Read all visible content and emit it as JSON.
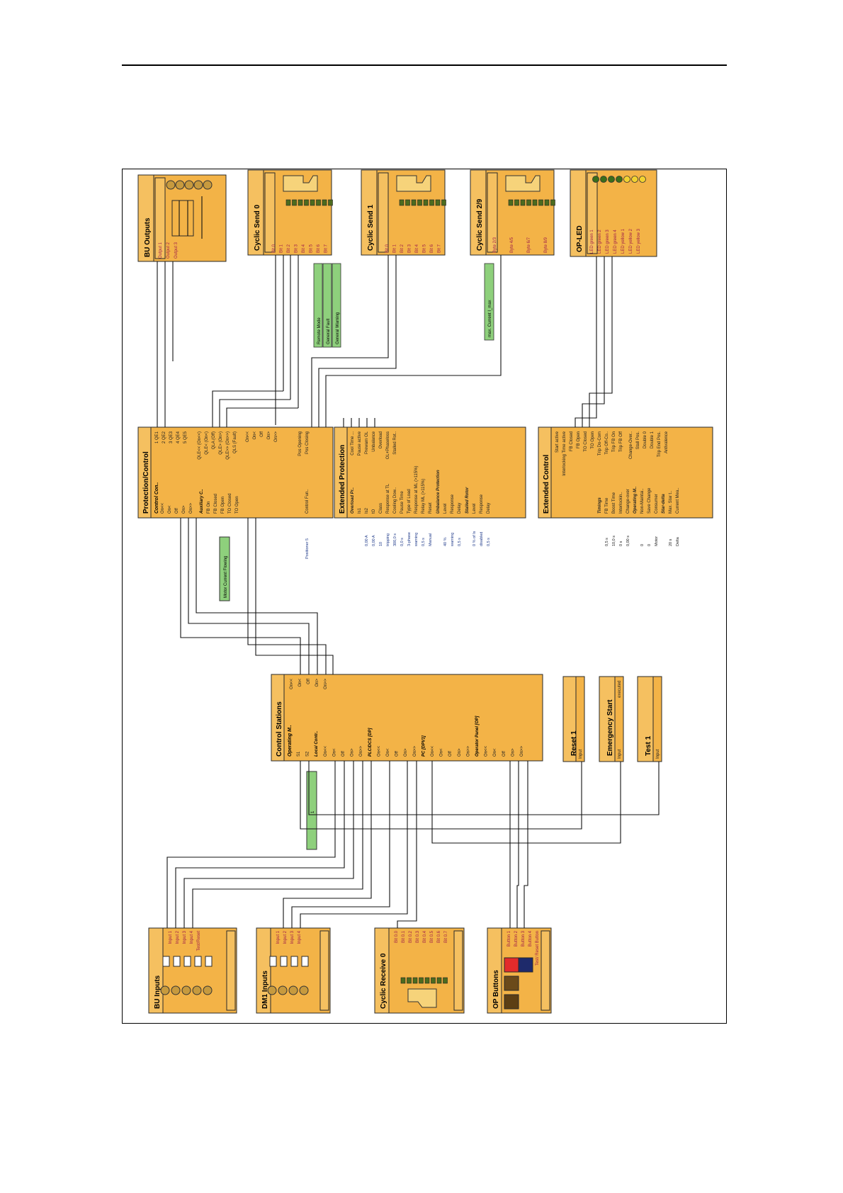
{
  "colors": {
    "block": "#f3b347",
    "header": "#f5c060",
    "border": "#2a2a2a",
    "wire": "#111111",
    "green": "#8ed07c",
    "label_red": "#a0204a",
    "label_blue": "#1f3a8a",
    "led_green": "#3a6e1a",
    "led_yellow": "#f2d230"
  },
  "blocks": {
    "bu_outputs": {
      "title": "BU Outputs",
      "pins": [
        "Output 1",
        "Output 2",
        "Output 3"
      ]
    },
    "cyclic_send0": {
      "title": "Cyclic Send 0",
      "pins": [
        "Bit 0",
        "Bit 1",
        "Bit 2",
        "Bit 3",
        "Bit 4",
        "Bit 5",
        "Bit 6",
        "Bit 7"
      ],
      "green": [
        "Remote Mode",
        "General Fault",
        "General Warning"
      ]
    },
    "cyclic_send1": {
      "title": "Cyclic Send 1",
      "pins": [
        "Bit 0",
        "Bit 1",
        "Bit 2",
        "Bit 3",
        "Bit 4",
        "Bit 5",
        "Bit 6",
        "Bit 7"
      ]
    },
    "cyclic_send29": {
      "title": "Cyclic Send 2/9",
      "pins": [
        "Byte 2/3",
        "Byte 4/5",
        "Byte 6/7",
        "Byte 8/9"
      ],
      "green": [
        "max. Current I_max"
      ]
    },
    "op_led": {
      "title": "OP-LED",
      "pins": [
        "LED green 1",
        "LED green 2",
        "LED green 3",
        "LED green 4",
        "LED yellow 1",
        "LED yellow 2",
        "LED yellow 3"
      ]
    },
    "protection": {
      "title": "Protection/Control",
      "section": "Control Con..",
      "left": [
        "On<<",
        "On<",
        "Off",
        "On>",
        "On>>",
        "Auxiliary C..",
        "FB On",
        "FB Closed",
        "FB Open",
        "TO Closed",
        "TO Open",
        "",
        "Control Fun.."
      ],
      "right": [
        "1 QE1",
        "2 QE2",
        "3 QE3",
        "4 QE4",
        "5 QE5",
        "QLE<< (On<<)",
        "QLE< (On<)",
        "QLA (Off)",
        "QLE> (On>)",
        "QLE>> (On>>)",
        "QLS (Fault)",
        "On<<",
        "On<",
        "Off",
        "On>",
        "On>>",
        "Pos Opening",
        "Pos Closing"
      ],
      "left_value": "Positioner 5",
      "green": [
        "Motor Current Flowing"
      ]
    },
    "ext_protection": {
      "title": "Extended Protection",
      "left": [
        "Overload Pr..",
        "Is1",
        "Is2",
        "tO",
        "Class",
        "Response at TL",
        "Cooling Dow..",
        "Pause Time",
        "Type of Load",
        "Response at ML (>115%)",
        "Relay ML (>115%)",
        "Reset",
        "Unbalance Protection",
        "Level",
        "Response",
        "Delay",
        "Stalled Rotor",
        "Level",
        "Response",
        "Delay"
      ],
      "values": [
        "",
        "0,00 A",
        "0,00 A",
        "10",
        "tripping",
        "300,0 s",
        "0,0 s",
        "3-phase",
        "warning",
        "0,5 s",
        "Manual",
        "",
        "40 %",
        "warning",
        "0,5 s",
        "",
        "0 % of Is",
        "disabled",
        "0,5 s"
      ],
      "right": [
        "Cool Time ...",
        "Pause active",
        "Prewarn OL",
        "Unbalance",
        "Overload",
        "OL+Phaseloss",
        "Stalled Rot.."
      ]
    },
    "ext_control": {
      "title": "Extended Control",
      "right": [
        "Start active",
        "Interlocking Time active",
        "FB Closed",
        "FB Open",
        "TO Closed",
        "TO Open",
        "Trip Do-Com",
        "Trip Off-Co..",
        "Trip FB On",
        "Trip FB Off"
      ],
      "left": [
        "Timings",
        "FB Time",
        "Boost Time",
        "Interlockin..",
        "Change-over",
        "Operating M..",
        "Non-Maintai..",
        "Save Change",
        "Consumer",
        "Star-delta",
        "Max. Star t..",
        "Current Mea.."
      ],
      "values": [
        "",
        "0,5 s",
        "10,0 s",
        "0 s",
        "0,00 s",
        "",
        "0",
        "0",
        "Motor",
        "",
        "20 s",
        "Delta"
      ],
      "right2": [
        "Change-Over..",
        "Stall Pos.",
        "Double 0",
        "Double 1",
        "Trip End Pos.",
        "Antivalence"
      ]
    },
    "control_stations": {
      "title": "Control Stations",
      "section": "Operating M..",
      "left": [
        "S1",
        "S2",
        "Local Contr..",
        "On<<",
        "On<",
        "Off",
        "On>",
        "On>>",
        "PLC/DCS [DP]",
        "On<<",
        "On<",
        "Off",
        "On>",
        "On>>",
        "PC [DPV1]",
        "On<<",
        "On<",
        "Off",
        "On>",
        "On>>",
        "Operator Panel [OP]",
        "On<<",
        "On<",
        "Off",
        "On>",
        "On>>"
      ],
      "right": [
        "On<<",
        "On<",
        "Off",
        "On>",
        "On>>"
      ],
      "green": [
        "1"
      ]
    },
    "reset1": {
      "title": "Reset 1",
      "pins": [
        "Input"
      ]
    },
    "emergency": {
      "title": "Emergency Start",
      "pins": [
        "Input",
        "executed"
      ]
    },
    "test1": {
      "title": "Test 1",
      "pins": [
        "Input"
      ]
    },
    "bu_inputs": {
      "title": "BU Inputs",
      "pins": [
        "Input 1",
        "Input 2",
        "Input 3",
        "Input 4",
        "Test/Reset"
      ]
    },
    "dm1_inputs": {
      "title": "DM1 Inputs",
      "pins": [
        "Input 1",
        "Input 2",
        "Input 3",
        "Input 4"
      ]
    },
    "cyclic_recv0": {
      "title": "Cyclic Receive 0",
      "pins": [
        "Bit 0.0",
        "Bit 0.1",
        "Bit 0.2",
        "Bit 0.3",
        "Bit 0.4",
        "Bit 0.5",
        "Bit 0.6",
        "Bit 0.7"
      ]
    },
    "op_buttons": {
      "title": "OP Buttons",
      "pins": [
        "Button 1",
        "Button 2",
        "Button 3",
        "Button 4",
        "Test/ Reset Button"
      ]
    }
  }
}
